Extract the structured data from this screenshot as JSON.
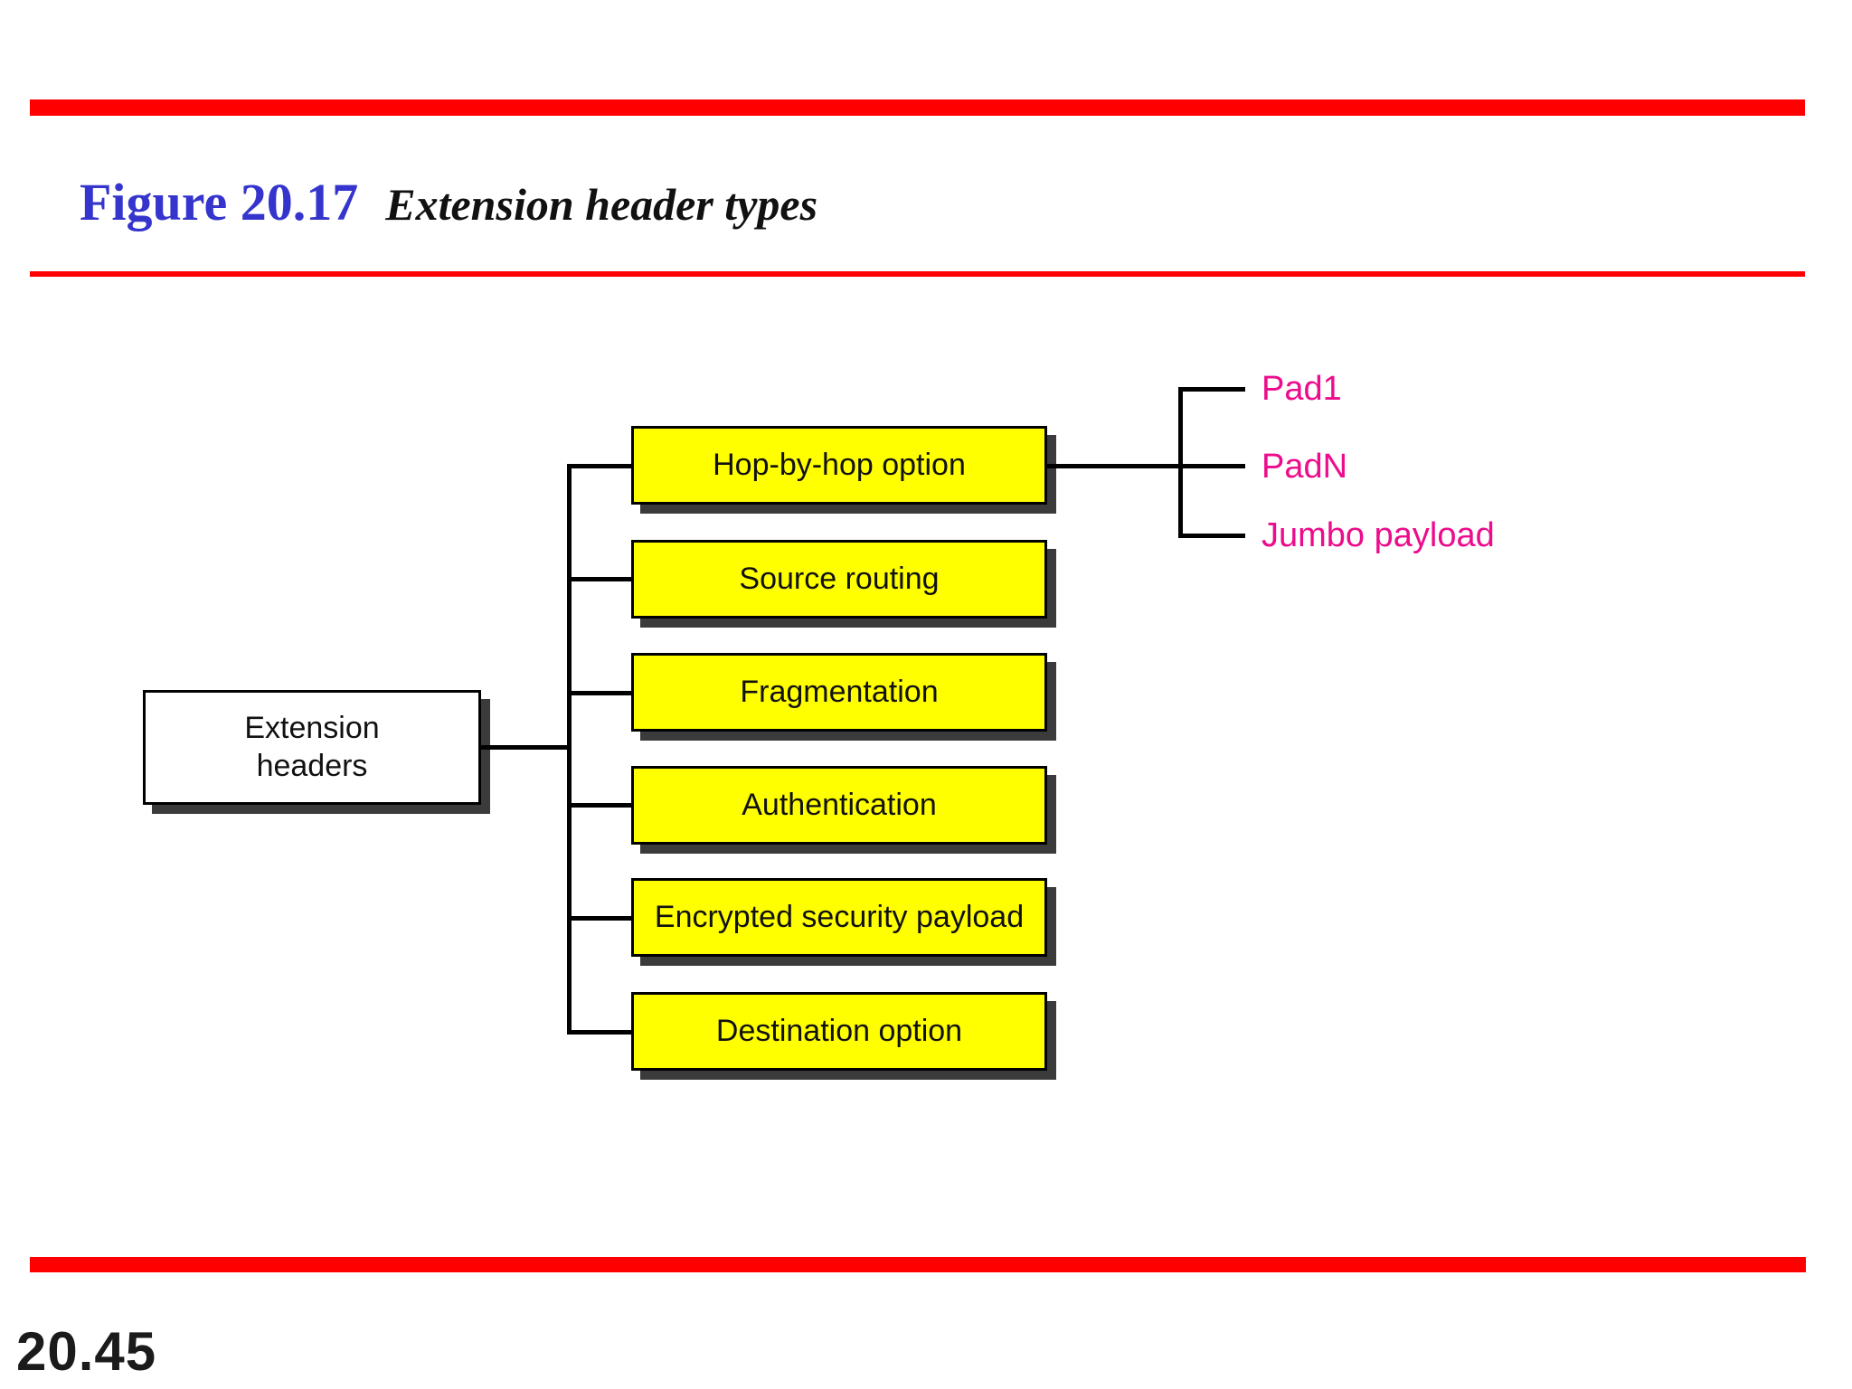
{
  "slide": {
    "figure_label": "Figure 20.17",
    "figure_title": "Extension header types",
    "page_number": "20.45"
  },
  "diagram": {
    "root": {
      "lines": [
        "Extension",
        "headers"
      ]
    },
    "extension_headers": [
      "Hop-by-hop option",
      "Source routing",
      "Fragmentation",
      "Authentication",
      "Encrypted security payload",
      "Destination option"
    ],
    "hop_by_hop_options": [
      "Pad1",
      "PadN",
      "Jumbo payload"
    ]
  },
  "colors": {
    "accent_red": "#FF0000",
    "title_blue": "#3535CD",
    "box_yellow": "#FFFF00",
    "option_pink": "#EC0C8C",
    "shadow_gray": "#3B3B3B"
  }
}
